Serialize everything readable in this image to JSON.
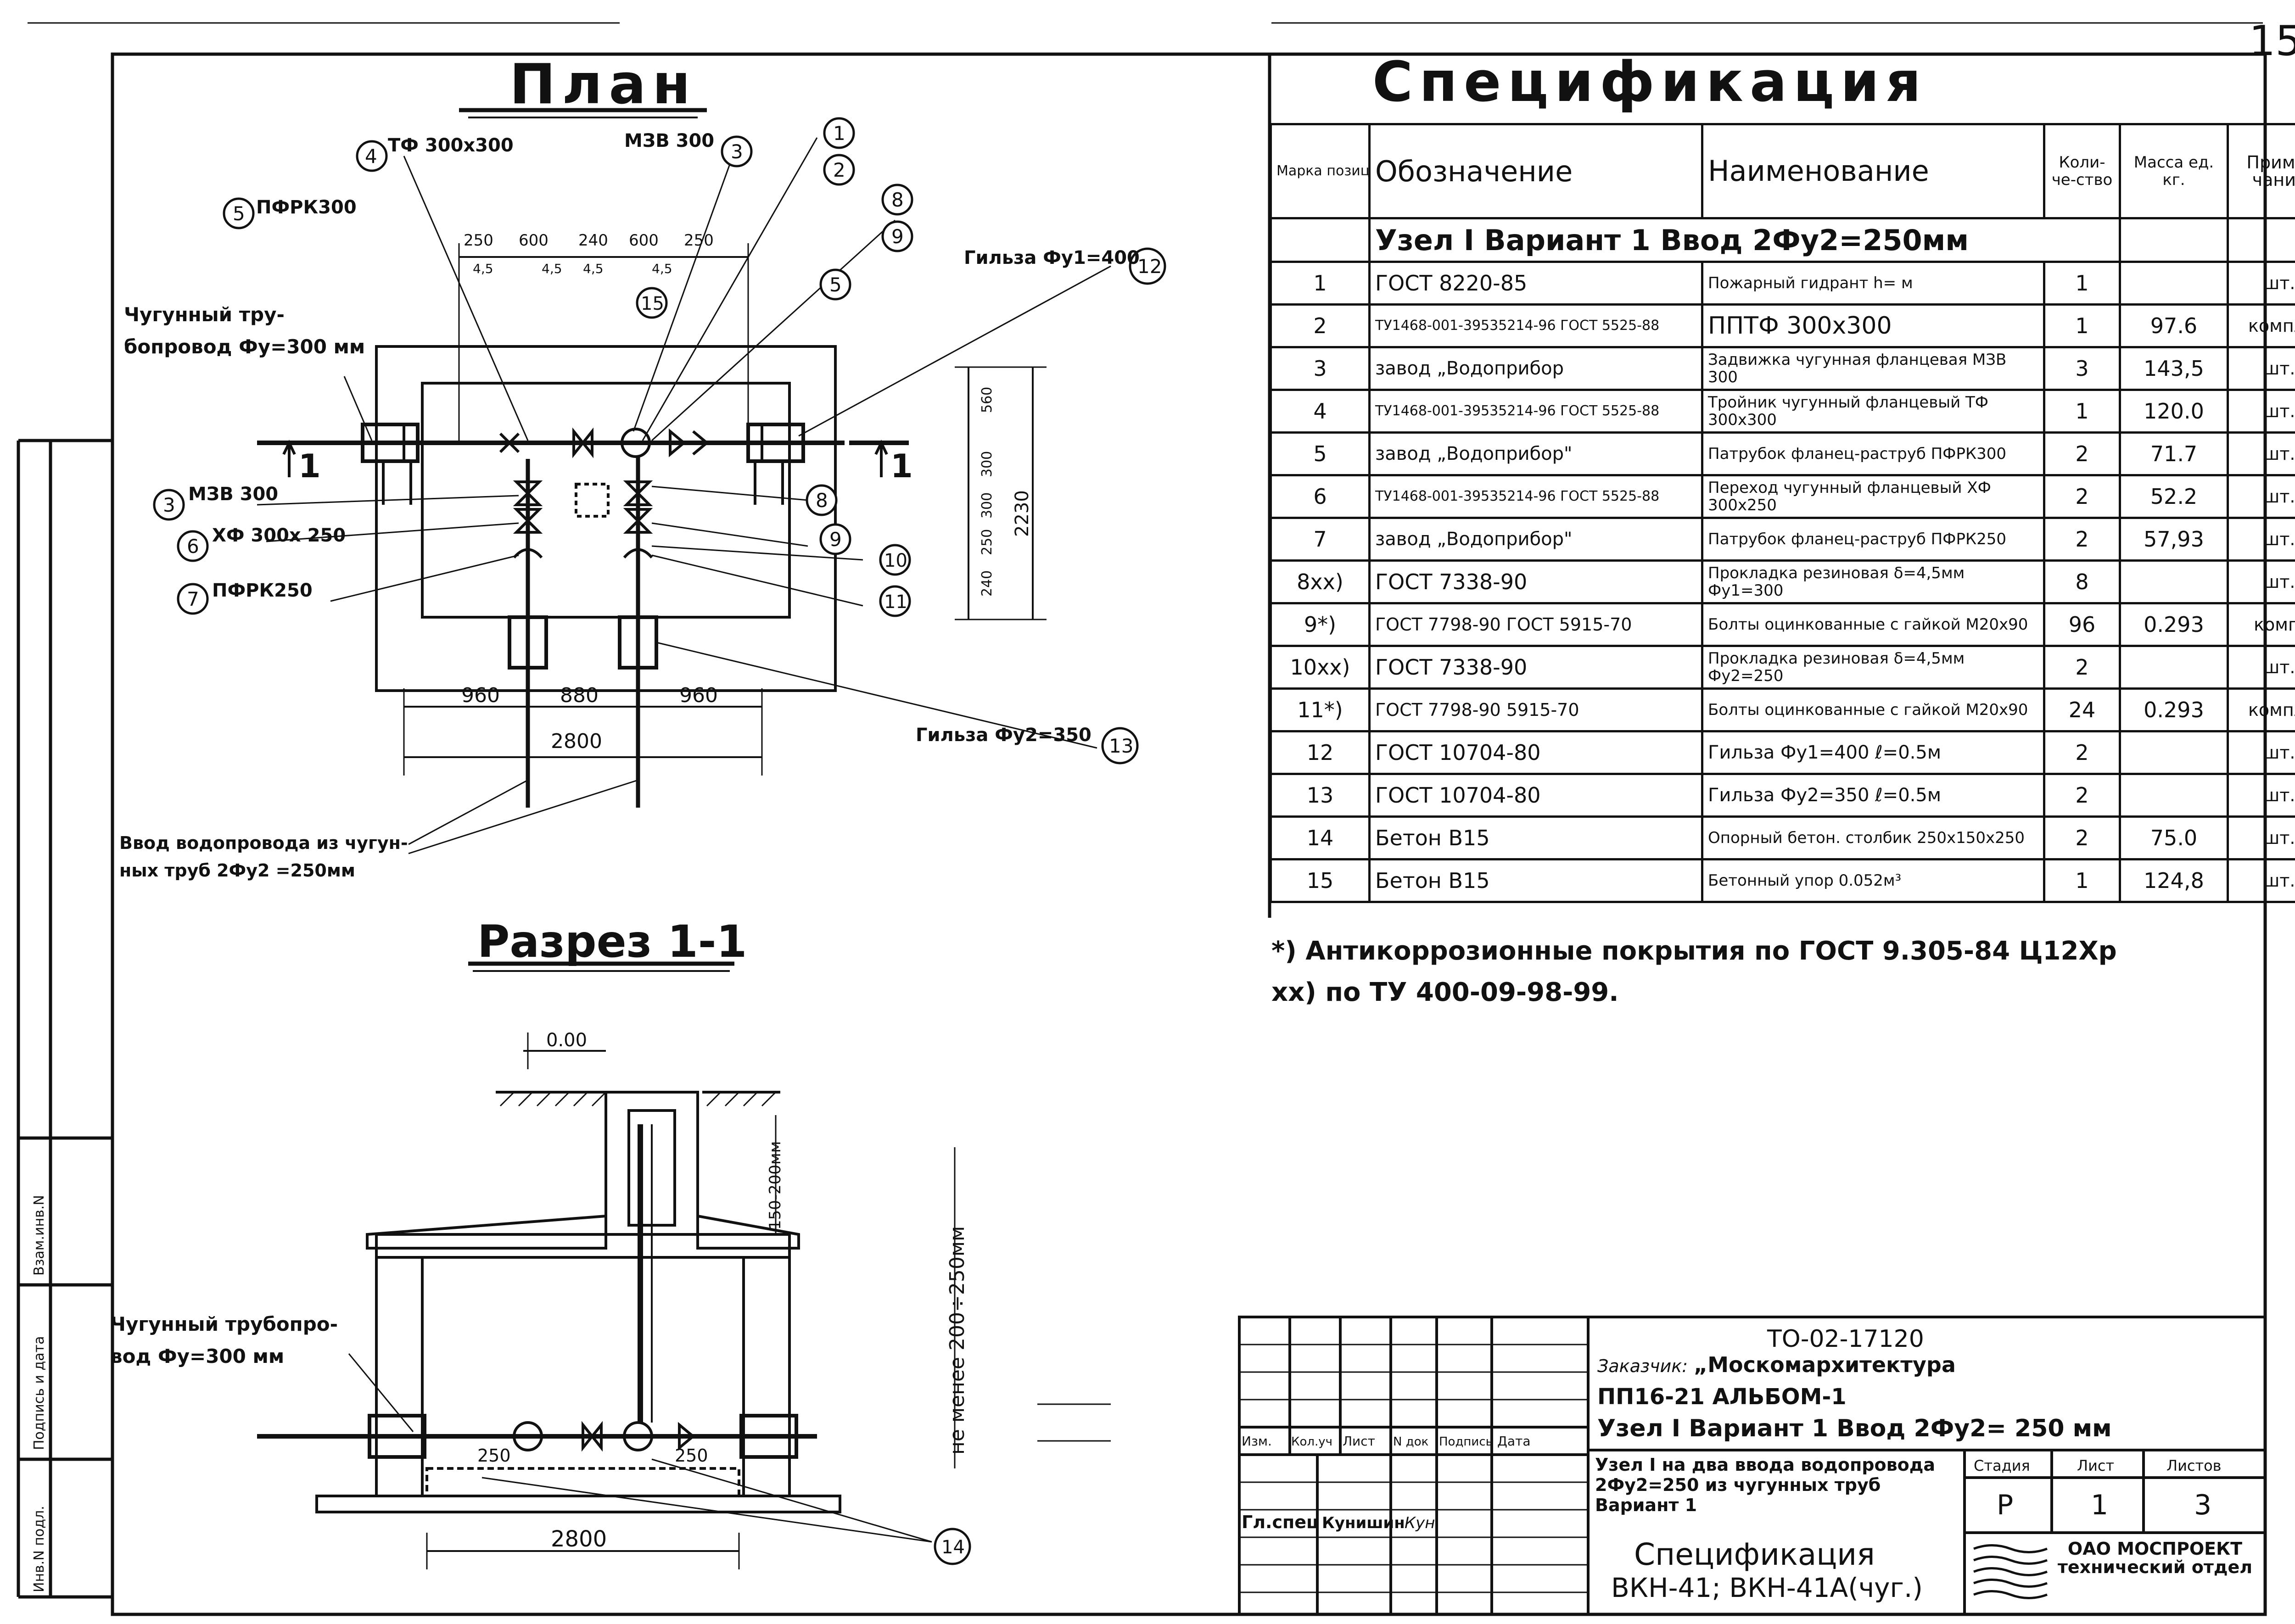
{
  "sheet_number": "15",
  "plan": {
    "title": "План",
    "callouts": [
      {
        "num": "4",
        "text": "ТФ 300х300"
      },
      {
        "num": "3",
        "text": "МЗВ 300"
      },
      {
        "num": "1",
        "text": ""
      },
      {
        "num": "2",
        "text": ""
      },
      {
        "num": "8",
        "text": ""
      },
      {
        "num": "9",
        "text": ""
      },
      {
        "num": "5",
        "text": "ПФРК300"
      },
      {
        "num": "5",
        "text": ""
      },
      {
        "num": "15",
        "text": ""
      },
      {
        "num": "12",
        "text": "Гильза Фу1=400"
      },
      {
        "num": "3",
        "text": "МЗВ 300"
      },
      {
        "num": "6",
        "text": "ХФ 300х 250"
      },
      {
        "num": "7",
        "text": "ПФРК250"
      },
      {
        "num": "8",
        "text": ""
      },
      {
        "num": "9",
        "text": ""
      },
      {
        "num": "10",
        "text": ""
      },
      {
        "num": "11",
        "text": ""
      },
      {
        "num": "13",
        "text": "Гильза Фу2=350"
      }
    ],
    "pipe_label_1": "Чугунный тру-",
    "pipe_label_2": "бопровод Фу=300 мм",
    "section_mark": "1",
    "top_dims": [
      "250",
      "600",
      "240",
      "600",
      "250"
    ],
    "sub_dims": [
      "4,5",
      "4,5",
      "4,5",
      "4,5"
    ],
    "bottom_dims": [
      "960",
      "880",
      "960"
    ],
    "overall_dim": "2800",
    "vert_dims": [
      "560",
      "300",
      "300",
      "250",
      "240",
      "2230"
    ],
    "inlet_label_1": "Ввод водопровода из чугун-",
    "inlet_label_2": "ных труб 2Фу2 =250мм"
  },
  "section": {
    "title": "Разрез 1-1",
    "level": "0.00",
    "depth_note": "150-200мм",
    "min_note": "не менее 200÷250мм",
    "pipe_label_1": "Чугунный трубопро-",
    "pipe_label_2": "вод Фу=300 мм",
    "dim_250_a": "250",
    "dim_250_b": "250",
    "overall_dim": "2800",
    "callout_14": "14"
  },
  "spec": {
    "title": "Спецификация",
    "headers": {
      "pos": "Марка позиц.",
      "designation": "Обозначение",
      "name": "Наименование",
      "qty": "Коли-че-ство",
      "mass": "Масса ед. кг.",
      "note": "Приме-чание"
    },
    "subheading": "Узел I Вариант 1 Ввод 2Фу2=250мм",
    "rows": [
      {
        "pos": "1",
        "des": "ГОСТ 8220-85",
        "name": "Пожарный гидрант h= м",
        "qty": "1",
        "mass": "",
        "note": "шт."
      },
      {
        "pos": "2",
        "des": "ТУ1468-001-39535214-96 ГОСТ 5525-88",
        "name": "ППТФ 300х300",
        "qty": "1",
        "mass": "97.6",
        "note": "компл."
      },
      {
        "pos": "3",
        "des": "завод „Водоприбор",
        "name": "Задвижка чугунная фланцевая МЗВ 300",
        "qty": "3",
        "mass": "143,5",
        "note": "шт."
      },
      {
        "pos": "4",
        "des": "ТУ1468-001-39535214-96 ГОСТ 5525-88",
        "name": "Тройник чугунный фланцевый ТФ 300х300",
        "qty": "1",
        "mass": "120.0",
        "note": "шт."
      },
      {
        "pos": "5",
        "des": "завод „Водоприбор\"",
        "name": "Патрубок фланец-раструб ПФРК300",
        "qty": "2",
        "mass": "71.7",
        "note": "шт."
      },
      {
        "pos": "6",
        "des": "ТУ1468-001-39535214-96 ГОСТ 5525-88",
        "name": "Переход чугунный фланцевый ХФ 300х250",
        "qty": "2",
        "mass": "52.2",
        "note": "шт."
      },
      {
        "pos": "7",
        "des": "завод „Водоприбор\"",
        "name": "Патрубок фланец-раструб ПФРК250",
        "qty": "2",
        "mass": "57,93",
        "note": "шт."
      },
      {
        "pos": "8xx)",
        "des": "ГОСТ 7338-90",
        "name": "Прокладка резиновая δ=4,5мм Фу1=300",
        "qty": "8",
        "mass": "",
        "note": "шт."
      },
      {
        "pos": "9*)",
        "des": "ГОСТ 7798-90 ГОСТ 5915-70",
        "name": "Болты оцинкованные с гайкой М20х90",
        "qty": "96",
        "mass": "0.293",
        "note": "комп."
      },
      {
        "pos": "10xx)",
        "des": "ГОСТ 7338-90",
        "name": "Прокладка резиновая δ=4,5мм Фу2=250",
        "qty": "2",
        "mass": "",
        "note": "шт."
      },
      {
        "pos": "11*)",
        "des": "ГОСТ 7798-90 5915-70",
        "name": "Болты оцинкованные с гайкой М20х90",
        "qty": "24",
        "mass": "0.293",
        "note": "компл."
      },
      {
        "pos": "12",
        "des": "ГОСТ 10704-80",
        "name": "Гильза Фу1=400 ℓ=0.5м",
        "qty": "2",
        "mass": "",
        "note": "шт."
      },
      {
        "pos": "13",
        "des": "ГОСТ 10704-80",
        "name": "Гильза Фу2=350 ℓ=0.5м",
        "qty": "2",
        "mass": "",
        "note": "шт."
      },
      {
        "pos": "14",
        "des": "Бетон В15",
        "name": "Опорный бетон. столбик 250х150х250",
        "qty": "2",
        "mass": "75.0",
        "note": "шт."
      },
      {
        "pos": "15",
        "des": "Бетон В15",
        "name": "Бетонный упор 0.052м³",
        "qty": "1",
        "mass": "124,8",
        "note": "шт."
      }
    ],
    "footnote_1": "*) Антикоррозионные покрытия по ГОСТ 9.305-84 Ц12Хр",
    "footnote_2": "xx) по ТУ 400-09-98-99."
  },
  "title_block": {
    "code": "ТО-02-17120",
    "customer_label": "Заказчик:",
    "customer": "„Москомархитектура",
    "album": "ПП16-21  АЛЬБОМ-1",
    "node": "Узел I  Вариант 1  Ввод 2Фу2= 250 мм",
    "desc": "Узел I на два ввода водопровода 2Фу2=250 из чугунных труб  Вариант 1",
    "stage_h": "Стадия",
    "sheet_h": "Лист",
    "sheets_h": "Листов",
    "stage": "Р",
    "sheet": "1",
    "sheets": "3",
    "doc_title": "Спецификация",
    "doc_code": "ВКН-41; ВКН-41А(чуг.)",
    "org": "ОАО МОСПРОЕКТ технический отдел",
    "sig_headers": [
      "Изм.",
      "Кол.уч",
      "Лист",
      "N док",
      "Подпись",
      "Дата"
    ],
    "role": "Гл.спец",
    "person": "Кунишин",
    "signature": "Кун"
  },
  "side_stamp": [
    "Взам.инв.N",
    "Подпись и дата",
    "Инв.N подл."
  ]
}
